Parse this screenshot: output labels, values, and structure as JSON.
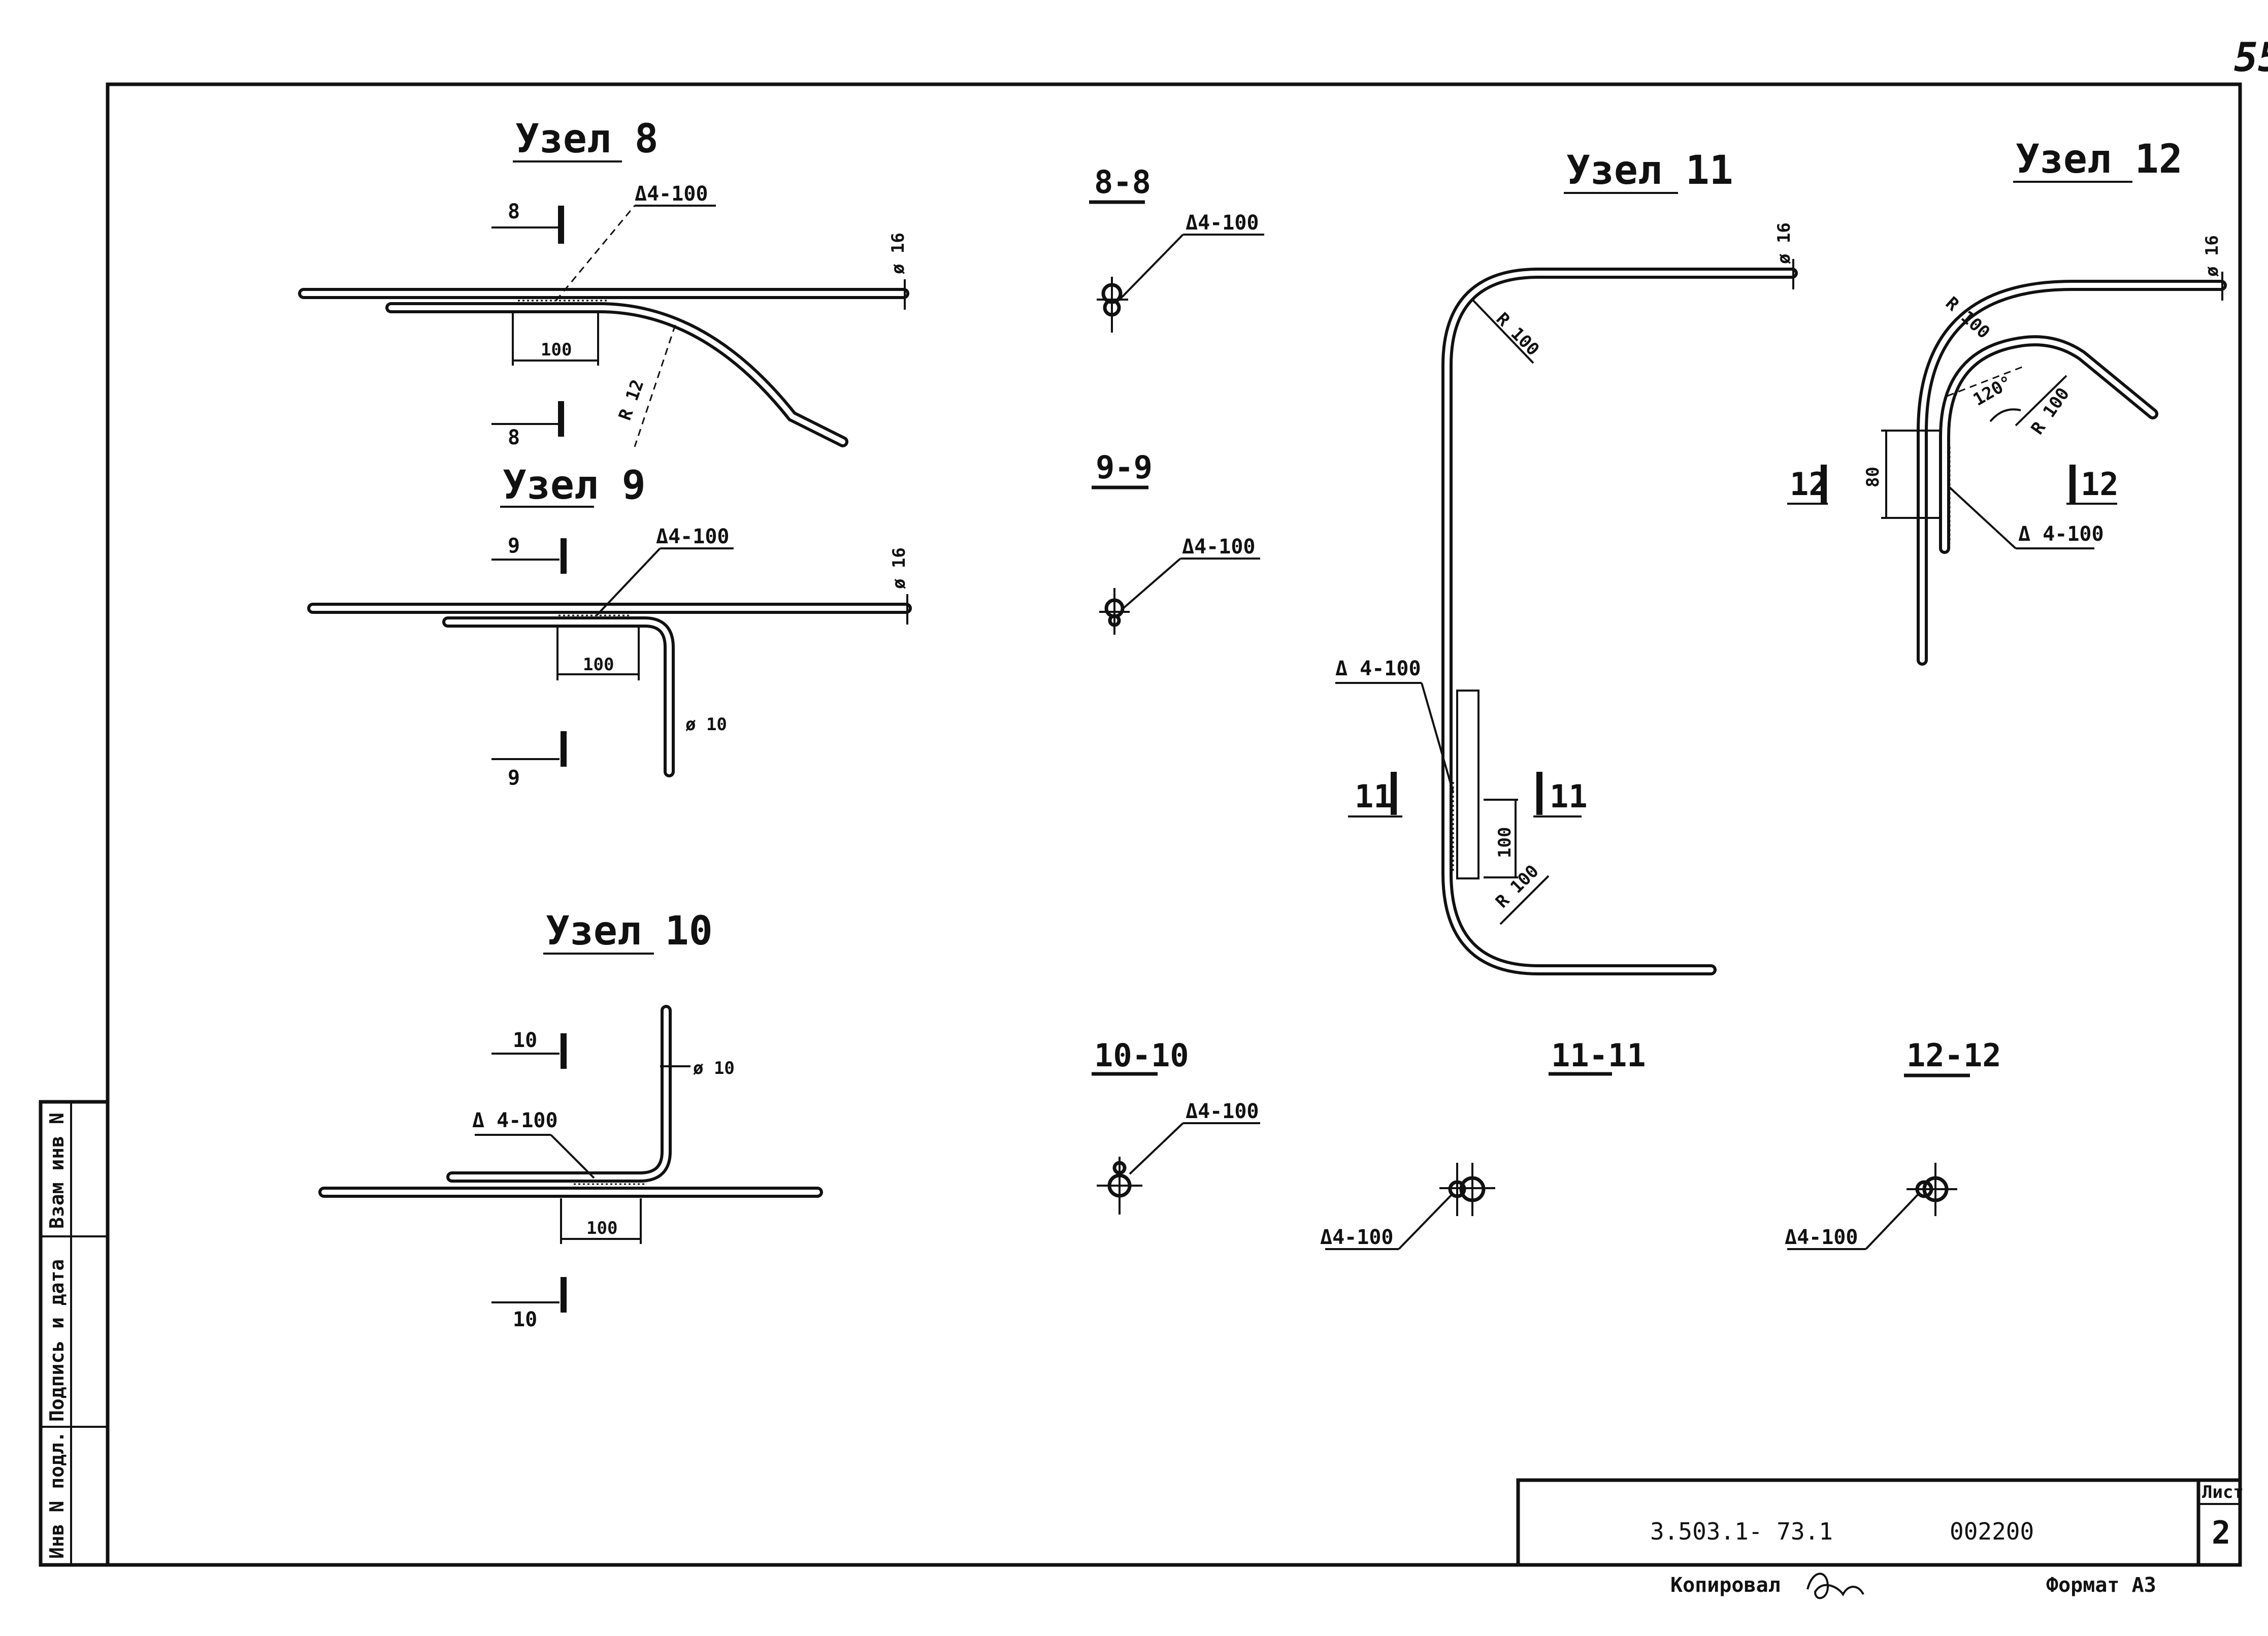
{
  "page_number": "55",
  "nodes": {
    "n8": {
      "title": "Узел 8",
      "weld": "Δ4-100",
      "section": "8",
      "length": "100",
      "diameter": "ø 16",
      "radius": "R 12"
    },
    "n9": {
      "title": "Узел 9",
      "weld": "Δ4-100",
      "section": "9",
      "length": "100",
      "diameter_main": "ø 16",
      "diameter_branch": "ø 10"
    },
    "n10": {
      "title": "Узел 10",
      "weld": "Δ 4-100",
      "section": "10",
      "length": "100",
      "diameter": "ø 10"
    },
    "n11": {
      "title": "Узел 11",
      "weld": "Δ 4-100",
      "section": "11",
      "length": "100",
      "diameter": "ø 16",
      "radius_top": "R 100",
      "radius_bottom": "R 100"
    },
    "n12": {
      "title": "Узел 12",
      "weld": "Δ 4-100",
      "section": "12",
      "length": "80",
      "diameter": "ø 16",
      "radius_outer": "R 100",
      "radius_inner": "R 100",
      "angle": "120°"
    }
  },
  "sections": {
    "s8": {
      "label": "8-8",
      "weld": "Δ4-100"
    },
    "s9": {
      "label": "9-9",
      "weld": "Δ4-100"
    },
    "s10": {
      "label": "10-10",
      "weld": "Δ4-100"
    },
    "s11": {
      "label": "11-11",
      "weld": "Δ4-100"
    },
    "s12": {
      "label": "12-12",
      "weld": "Δ4-100"
    }
  },
  "side_stamp": {
    "cell1": "Инв N подл.",
    "cell2": "Подпись и дата",
    "cell3": "Взам инв N"
  },
  "title_block": {
    "designation": "3.503.1- 73.1",
    "code": "002200",
    "sheet_label": "Лист",
    "sheet_number": "2"
  },
  "footer": {
    "copied": "Копировал",
    "format": "Формат А3"
  }
}
